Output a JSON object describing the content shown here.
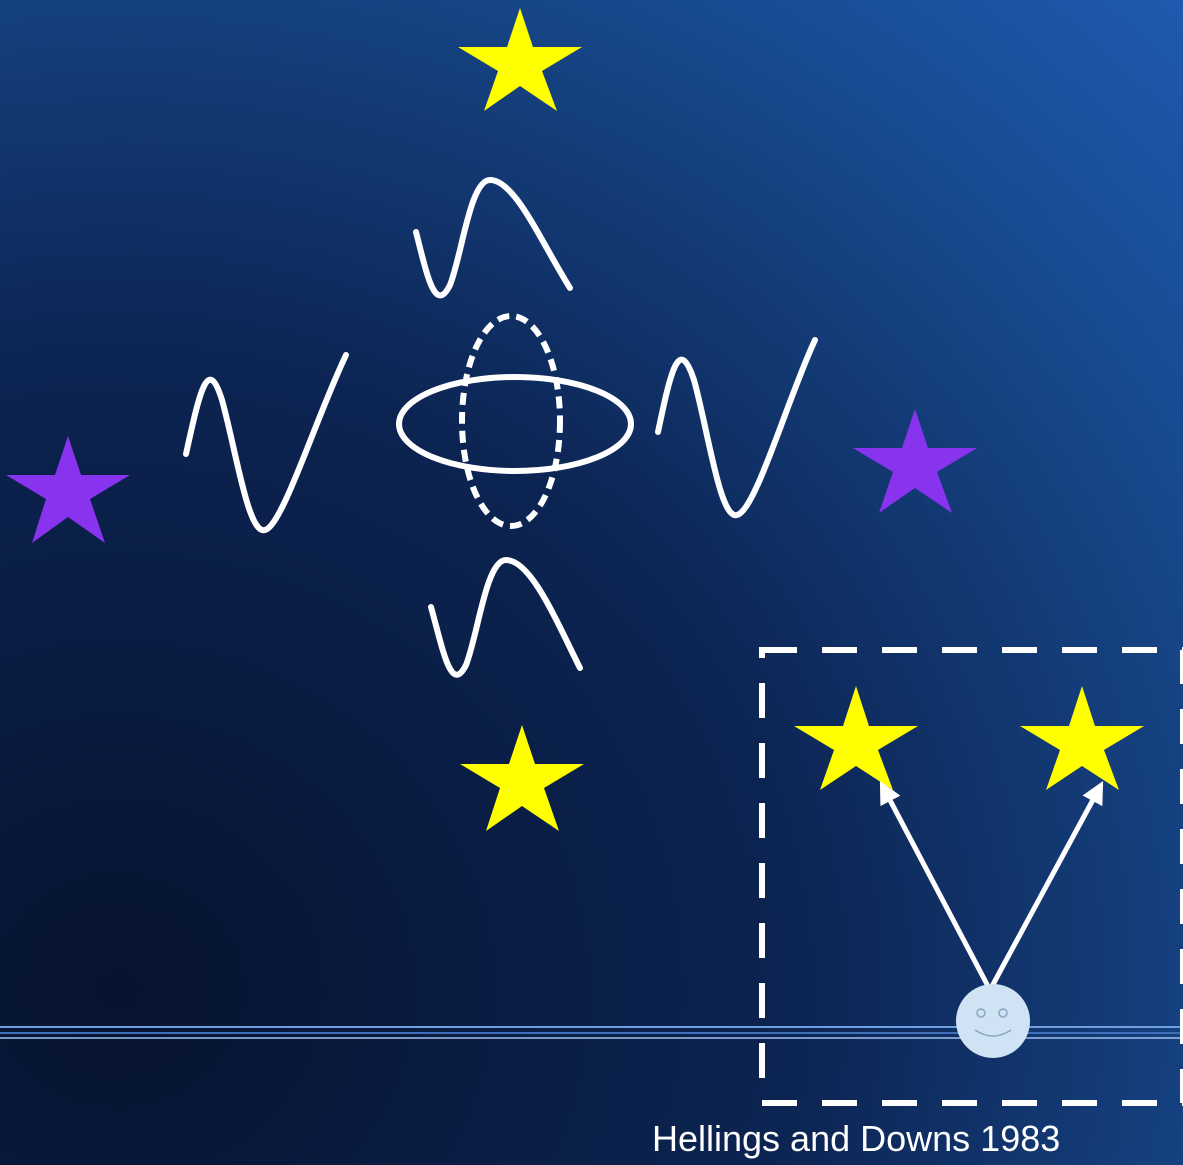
{
  "caption": "Hellings and Downs 1983",
  "colors": {
    "background_light": "#1f5ab0",
    "background_dark": "#071330",
    "star_yellow": "#ffff00",
    "star_purple": "#8833ee",
    "line_white": "#ffffff",
    "face": "#cfe3f5"
  },
  "icons": {
    "stars": "five-point-star",
    "observer": "smiley-face",
    "waves": "sine-wave",
    "ring": "ellipse"
  }
}
